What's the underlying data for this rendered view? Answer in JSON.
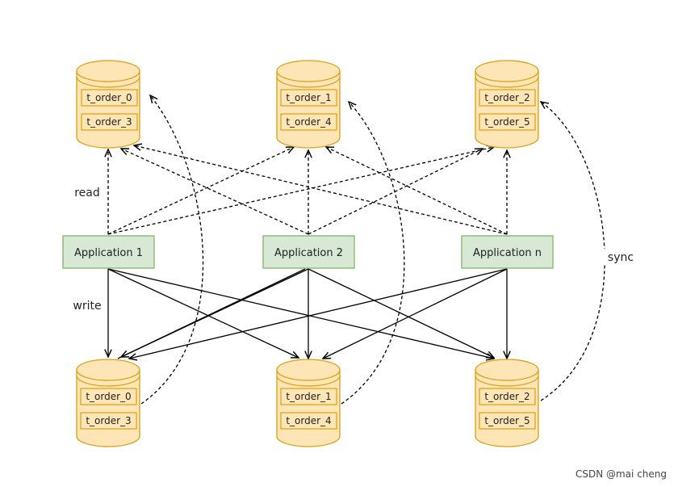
{
  "top_databases": [
    {
      "tables": [
        "t_order_0",
        "t_order_3"
      ]
    },
    {
      "tables": [
        "t_order_1",
        "t_order_4"
      ]
    },
    {
      "tables": [
        "t_order_2",
        "t_order_5"
      ]
    }
  ],
  "bottom_databases": [
    {
      "tables": [
        "t_order_0",
        "t_order_3"
      ]
    },
    {
      "tables": [
        "t_order_1",
        "t_order_4"
      ]
    },
    {
      "tables": [
        "t_order_2",
        "t_order_5"
      ]
    }
  ],
  "applications": [
    {
      "label": "Application 1"
    },
    {
      "label": "Application 2"
    },
    {
      "label": "Application n"
    }
  ],
  "labels": {
    "read": "read",
    "write": "write",
    "sync": "sync"
  },
  "watermark": "CSDN @mai cheng",
  "colors": {
    "db_fill": "#fee5b6",
    "db_stroke": "#d9a014",
    "app_fill": "#d7e8d4",
    "app_stroke": "#82b366",
    "line": "#000000"
  }
}
